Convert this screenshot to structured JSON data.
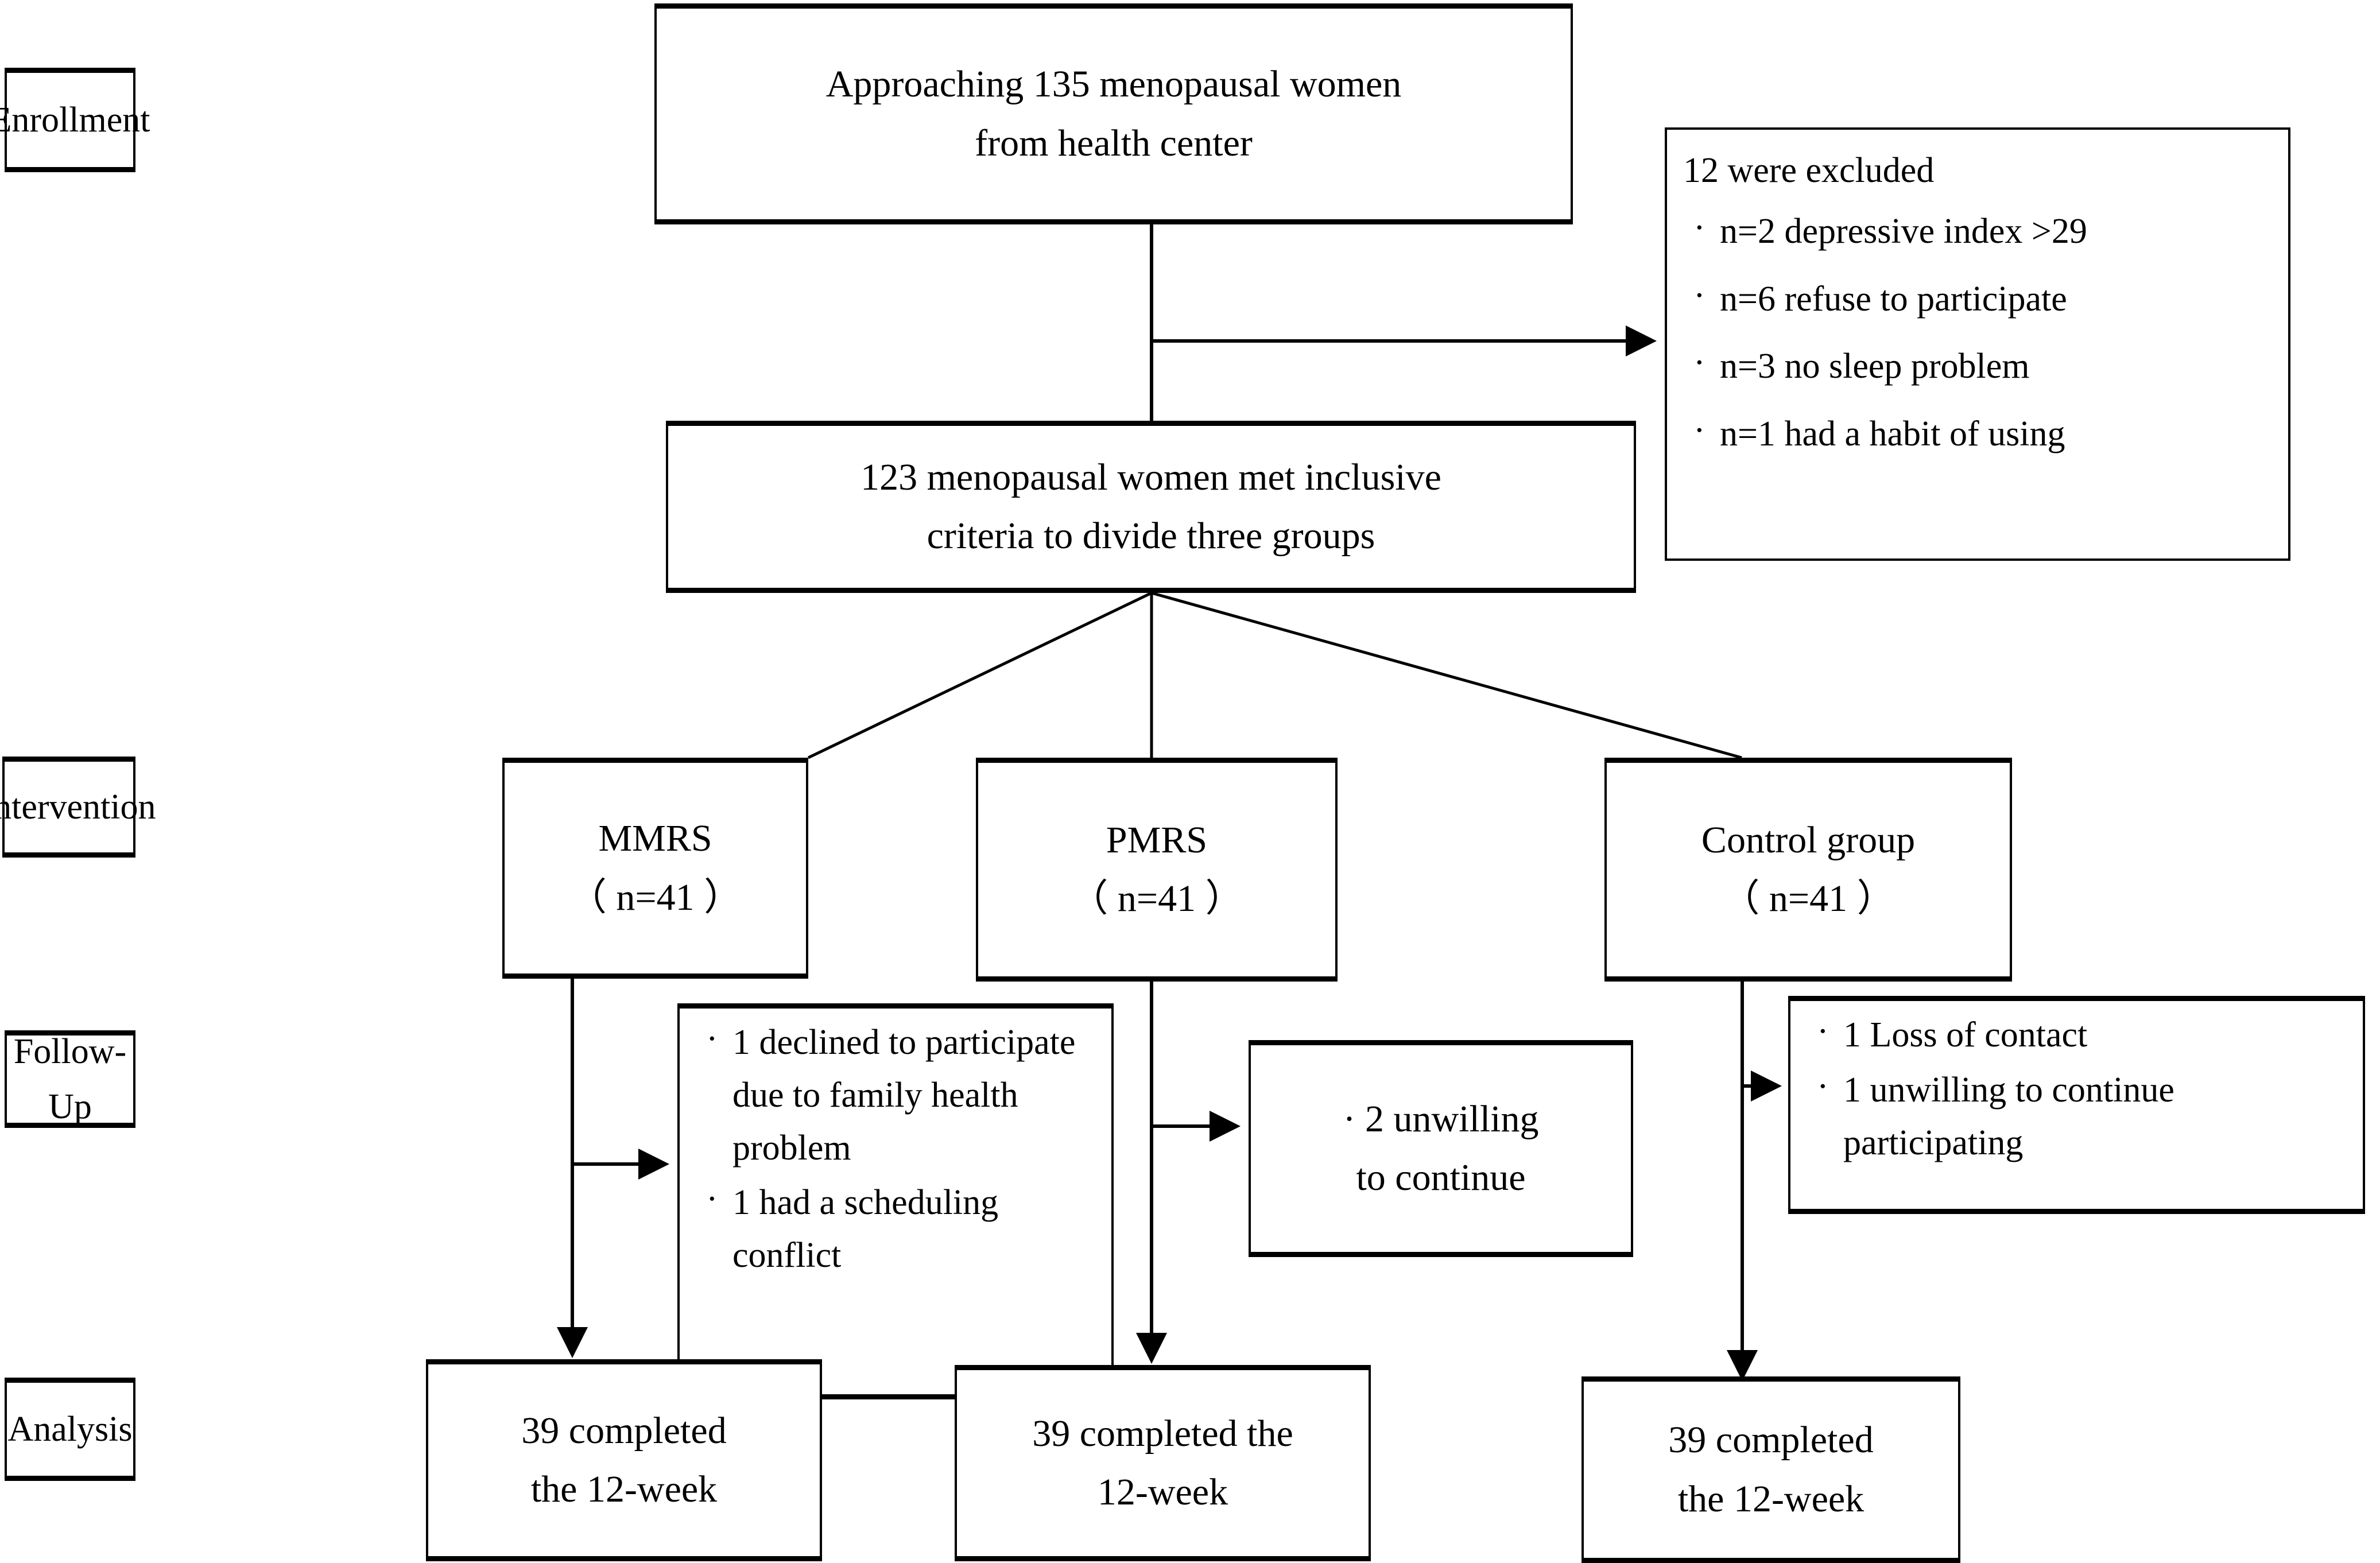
{
  "stages": [
    {
      "label": "Enrollment"
    },
    {
      "label": "Intervention"
    },
    {
      "label": "Follow-Up"
    },
    {
      "label": "Analysis"
    }
  ],
  "nodes": {
    "approached": {
      "line1": "Approaching 135 menopausal women",
      "line2": "from health center"
    },
    "eligible": {
      "line1": "123 menopausal women met inclusive",
      "line2": "criteria to divide three groups"
    },
    "excluded": {
      "header": "12 were excluded",
      "items": [
        "n=2 depressive index >29",
        "n=6 refuse to participate",
        "n=3 no sleep problem",
        "n=1 had a habit of using"
      ]
    },
    "arm_mmrs": {
      "name": "MMRS",
      "count": "（ n=41 ）"
    },
    "arm_pmrs": {
      "name": "PMRS",
      "count": "（ n=41 ）"
    },
    "arm_control": {
      "name": "Control group",
      "count": "（ n=41 ）"
    },
    "dropout_mmrs": {
      "items": [
        "1 declined to participate due to family health problem",
        "1 had a scheduling conflict"
      ]
    },
    "dropout_pmrs": {
      "line1": "· 2 unwilling",
      "line2": "to continue"
    },
    "dropout_control": {
      "items": [
        "1 Loss of contact",
        "1 unwilling to continue participating"
      ]
    },
    "analysis_mmrs": {
      "line1": "39 completed",
      "line2": "the 12-week"
    },
    "analysis_pmrs": {
      "line1": "39 completed the",
      "line2": "12-week"
    },
    "analysis_control": {
      "line1": "39 completed",
      "line2": "the 12-week"
    }
  },
  "colors": {
    "stroke": "#000000",
    "background": "#ffffff"
  }
}
